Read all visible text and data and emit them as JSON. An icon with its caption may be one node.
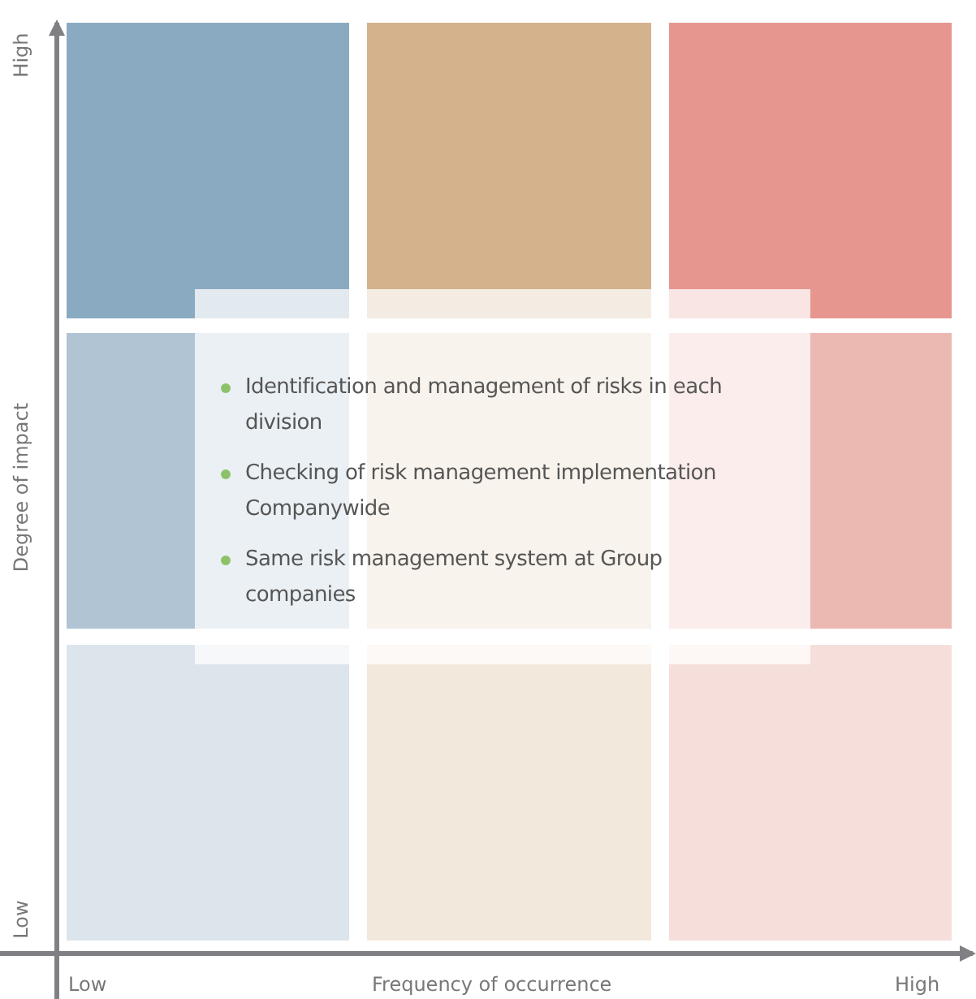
{
  "diagram": {
    "nodes": [
      {
        "text": [
          "Identification and management of risks in each division",
          "Checking of risk management implementation Companywide",
          "Same risk management system at Group companies"
        ]
      }
    ],
    "labels": [
      "High",
      "Degree of impact",
      "Low",
      "Low",
      "Frequency of occurrence",
      "High"
    ]
  }
}
